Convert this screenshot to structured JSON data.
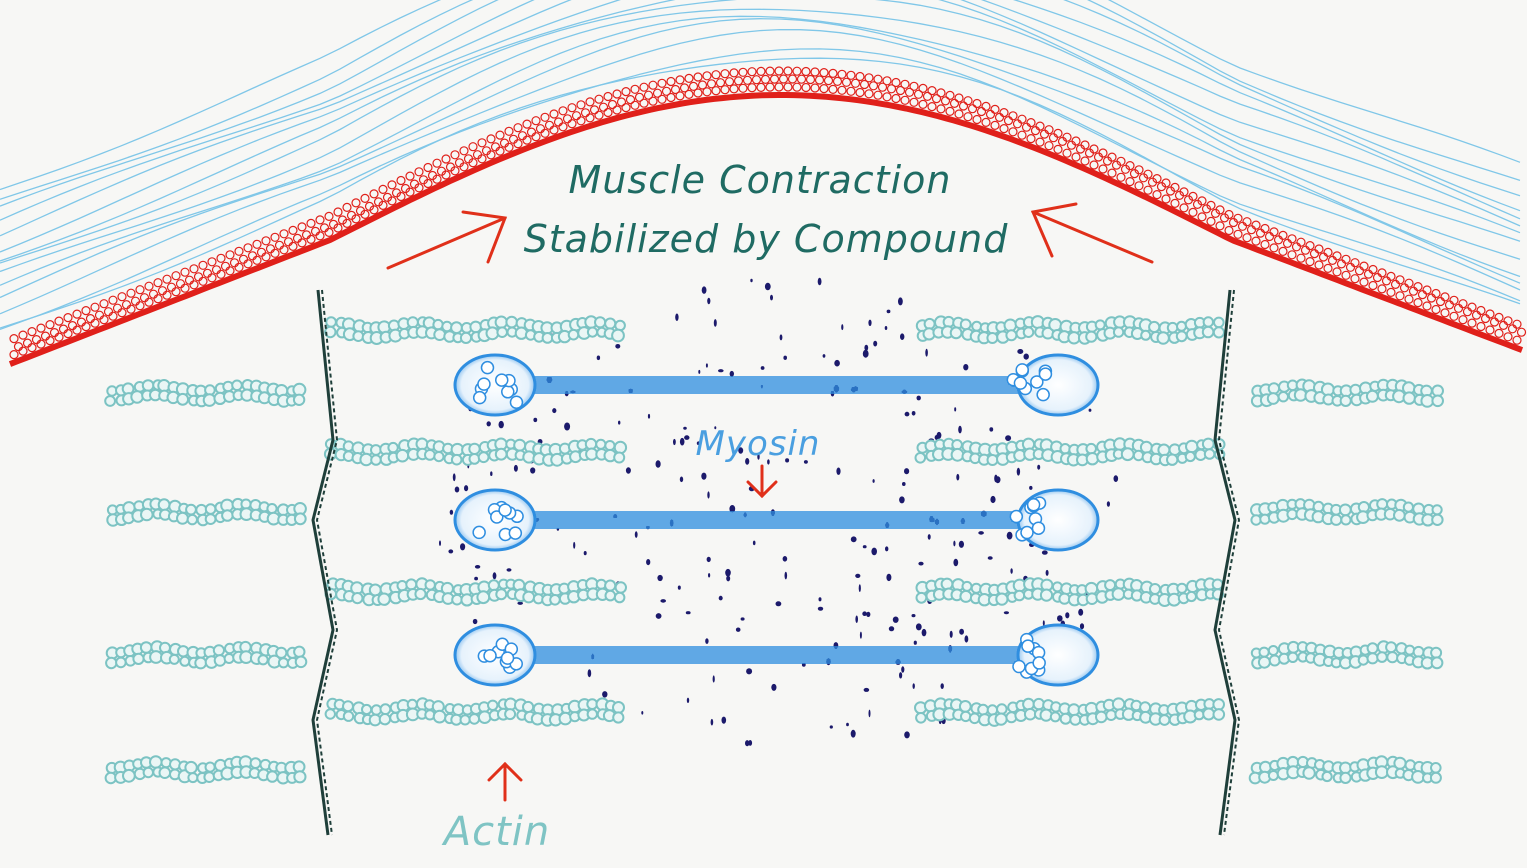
{
  "diagram": {
    "title_line1": "Muscle Contraction",
    "title_line2": "Stabilized by Compound",
    "labels": {
      "myosin": "Myosin",
      "actin": "Actin"
    },
    "colors": {
      "background": "#f7f7f5",
      "membrane": "#e0201a",
      "membrane_beads": "#e0201a",
      "fibers": "#6cbfe6",
      "actin": "#7cc3c3",
      "myosin": "#2f8ee0",
      "z_line": "#1f3f3a",
      "particles": "#1c1a6b",
      "arrows": "#e0301a",
      "title": "#1f6b63"
    },
    "icons": [
      "arrow-up-right-icon",
      "arrow-up-left-icon",
      "arrow-down-icon",
      "arrow-up-icon"
    ]
  }
}
